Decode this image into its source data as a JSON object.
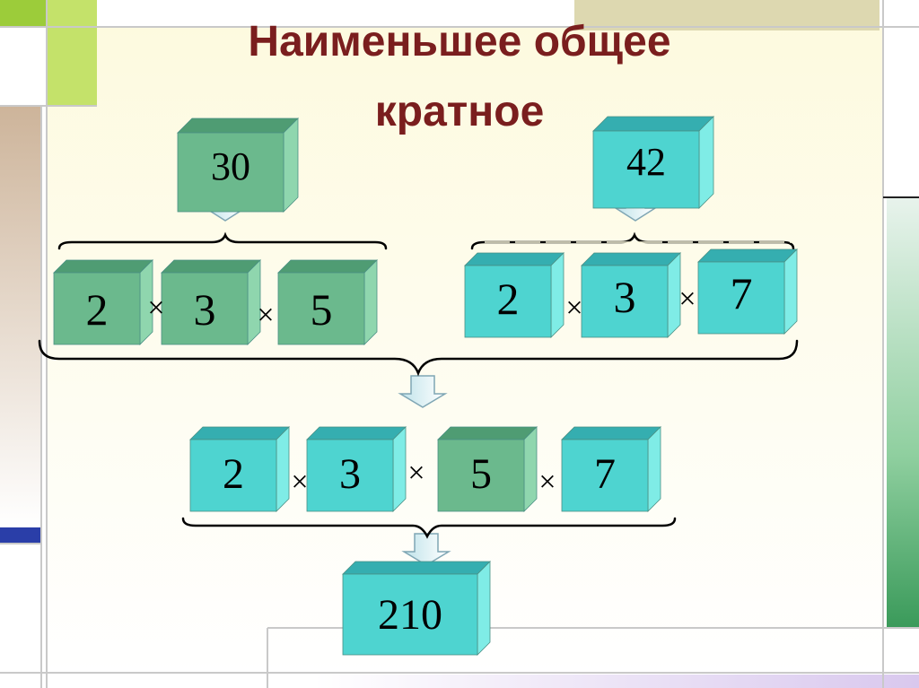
{
  "title": {
    "line1": "Наименьшее общее",
    "line2": "кратное"
  },
  "numbers": {
    "a": "30",
    "b": "42",
    "result": "210"
  },
  "factors_a": [
    "2",
    "3",
    "5"
  ],
  "factors_b": [
    "2",
    "3",
    "7"
  ],
  "factors_lcm": [
    "2",
    "3",
    "5",
    "7"
  ],
  "operator": "×",
  "colors": {
    "green_face": "#6bb98d",
    "green_top": "#4f9c73",
    "green_side": "#8fd6ae",
    "cyan_face": "#4ed4d0",
    "cyan_top": "#35aeb0",
    "cyan_side": "#7fece6",
    "title": "#7a1e1e",
    "background": "#fdfbdc"
  }
}
